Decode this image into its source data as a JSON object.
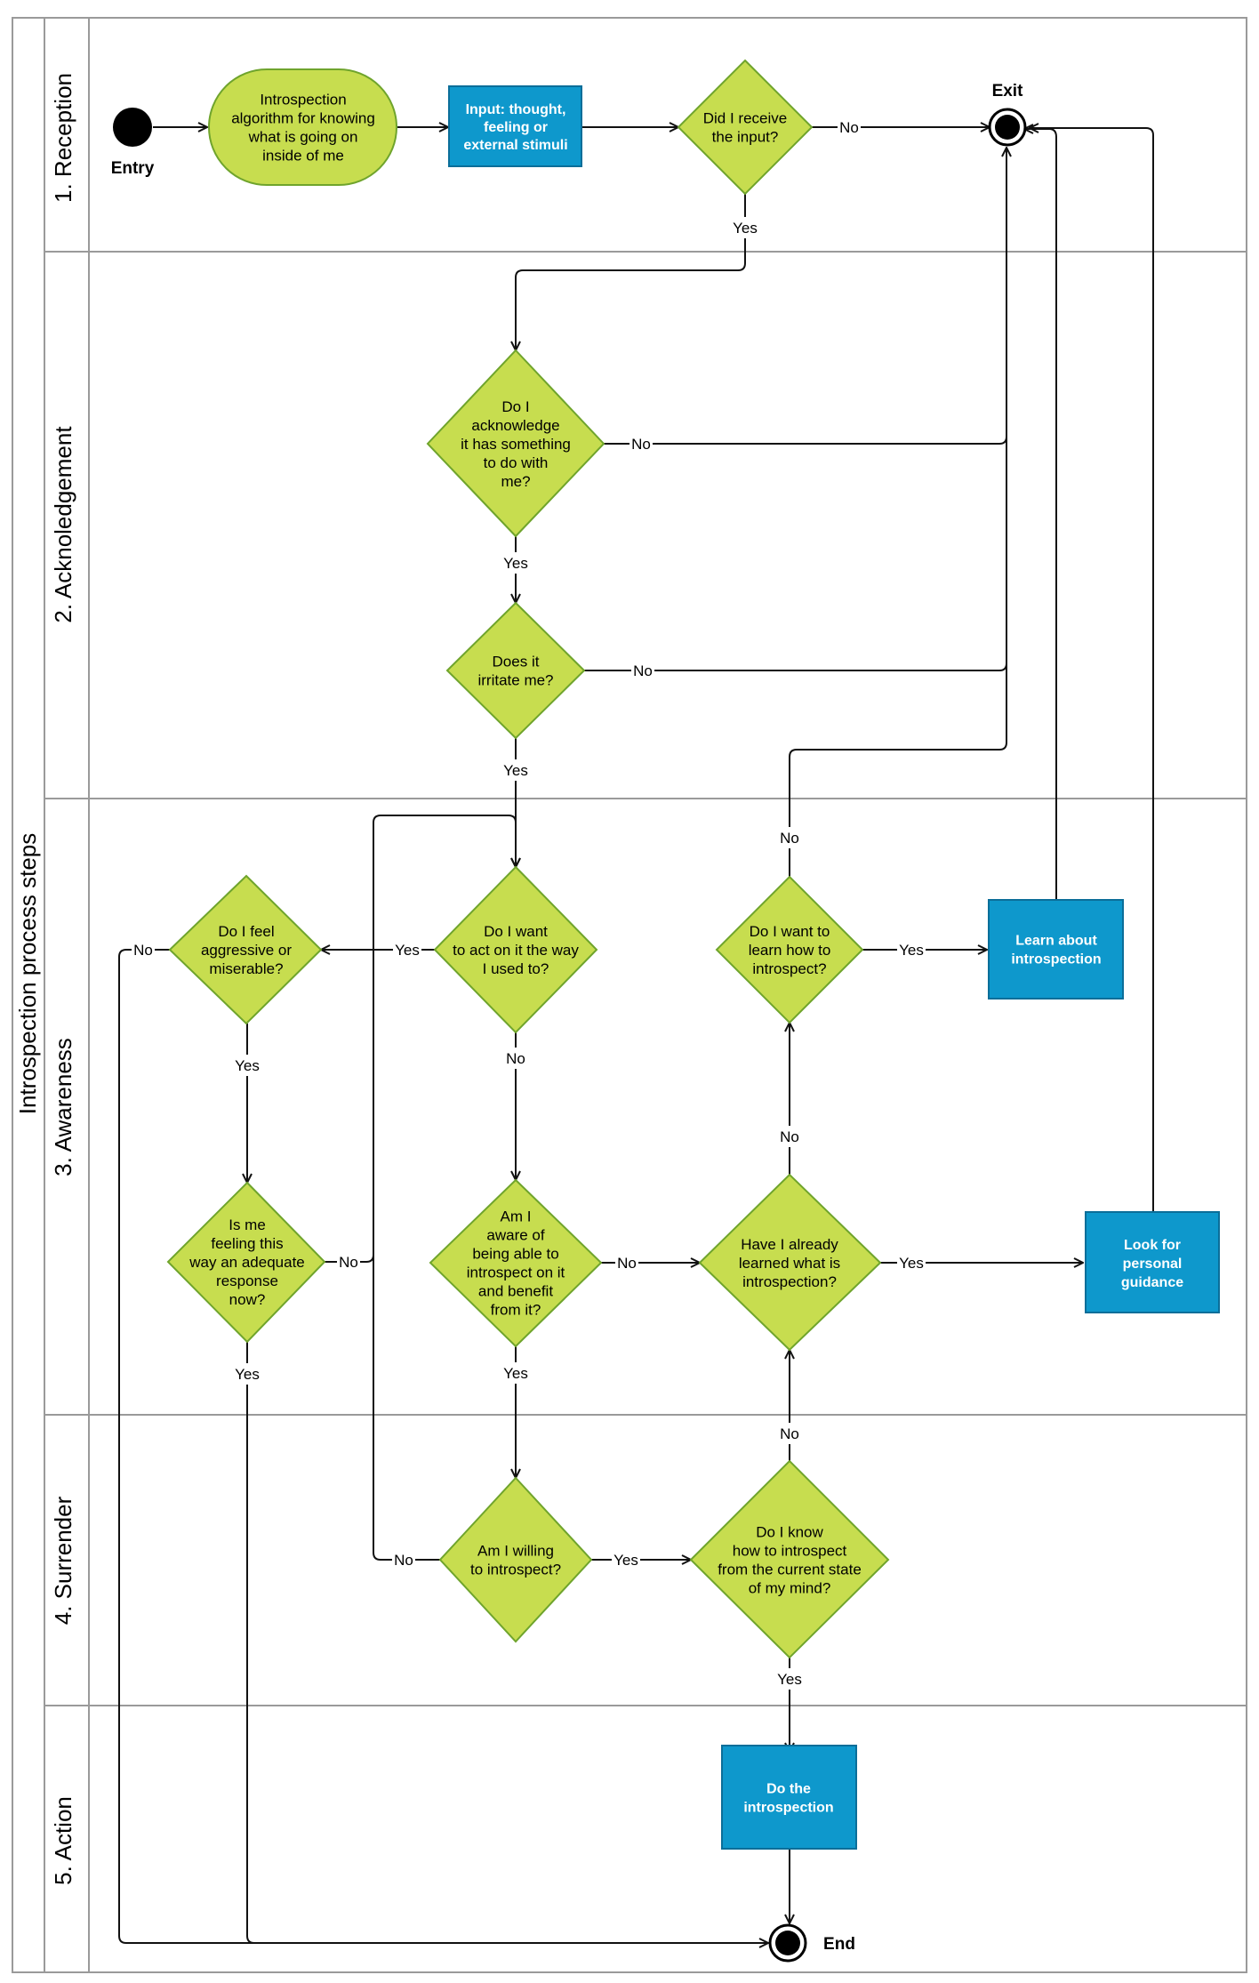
{
  "pool": {
    "title": "Introspection process steps"
  },
  "lanes": [
    {
      "title": "1. Reception"
    },
    {
      "title": "2. Acknoledgement"
    },
    {
      "title": "3. Awareness"
    },
    {
      "title": "4. Surrender"
    },
    {
      "title": "5. Action"
    }
  ],
  "terminals": {
    "entry": "Entry",
    "exit": "Exit",
    "end": "End"
  },
  "nodes": {
    "algorithm": [
      "Introspection",
      "algorithm for knowing",
      "what is going on",
      "inside of me"
    ],
    "input": [
      "Input: thought,",
      "feeling or",
      "external stimuli"
    ],
    "receive": [
      "Did I receive",
      "the input?"
    ],
    "acknowledge": [
      "Do I",
      "acknowledge",
      "it has something",
      "to do with",
      "me?"
    ],
    "irritate": [
      "Does it",
      "irritate me?"
    ],
    "act": [
      "Do I want",
      "to act on it the way",
      "I used to?"
    ],
    "aggressive": [
      "Do I feel",
      "aggressive or",
      "miserable?"
    ],
    "adequate": [
      "Is me",
      "feeling this",
      "way an adequate",
      "response",
      "now?"
    ],
    "aware": [
      "Am I",
      "aware of",
      "being able to",
      "introspect on it",
      "and benefit",
      "from it?"
    ],
    "learned": [
      "Have I already",
      "learned what is",
      "introspection?"
    ],
    "want_learn": [
      "Do I want to",
      "learn how to",
      "introspect?"
    ],
    "learn_box": [
      "Learn about",
      "introspection"
    ],
    "guidance": [
      "Look for",
      "personal",
      "guidance"
    ],
    "willing": [
      "Am I willing",
      "to introspect?"
    ],
    "know_how": [
      "Do I know",
      "how to introspect",
      "from the current state",
      "of my mind?"
    ],
    "do_it": [
      "Do the",
      "introspection"
    ]
  },
  "edge_labels": {
    "receive_no": "No",
    "receive_yes": "Yes",
    "ack_no": "No",
    "ack_yes": "Yes",
    "irritate_no": "No",
    "irritate_yes": "Yes",
    "act_yes": "Yes",
    "act_no": "No",
    "aggr_no": "No",
    "aggr_yes": "Yes",
    "adequate_no": "No",
    "adequate_yes": "Yes",
    "aware_no": "No",
    "aware_yes": "Yes",
    "learned_yes": "Yes",
    "learned_no": "No",
    "wantlearn_yes": "Yes",
    "wantlearn_no": "No",
    "willing_no": "No",
    "willing_yes": "Yes",
    "knowhow_no": "No",
    "knowhow_yes": "Yes"
  },
  "colors": {
    "decision_fill": "#c7dd4f",
    "decision_stroke": "#6fa42c",
    "task_fill": "#0e98cc",
    "lane_border": "#9a9a9a"
  }
}
